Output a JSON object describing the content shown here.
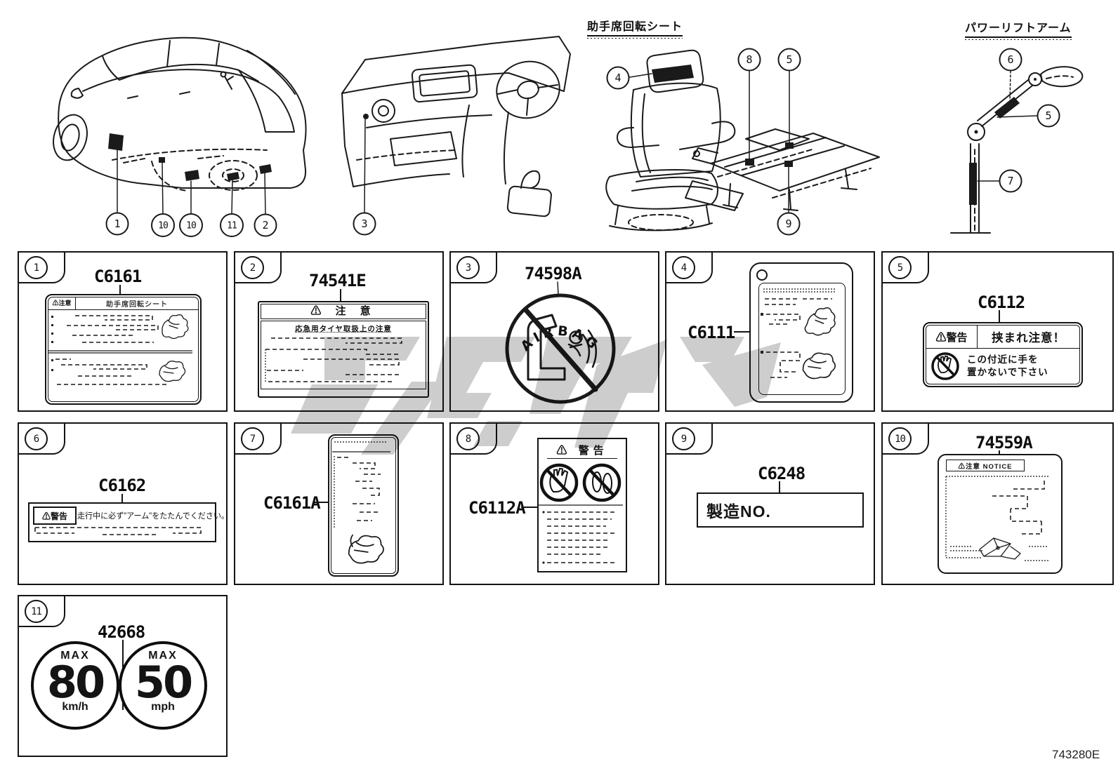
{
  "page": {
    "code": "743280E",
    "bg": "#ffffff",
    "line_color": "#1a1a1a",
    "watermark_color": "#c4c4c4"
  },
  "headings": {
    "rotating_seat": "助手席回転シート",
    "power_lift_arm": "パワーリフトアーム"
  },
  "callouts": {
    "car": [
      "1",
      "10",
      "10",
      "11",
      "2"
    ],
    "dashboard": "3",
    "rotating_seat": "4",
    "seat_base": [
      "8",
      "5",
      "9"
    ],
    "lift_arm": [
      "6",
      "5",
      "7"
    ]
  },
  "cells": [
    {
      "num": "1",
      "part": "C6161",
      "label": {
        "caution": "⚠注意",
        "title": "助手席回転シート"
      }
    },
    {
      "num": "2",
      "part": "74541E",
      "label": {
        "caution": "⚠ 注 意",
        "subtitle": "応急用タイヤ取扱上の注意"
      }
    },
    {
      "num": "3",
      "part": "74598A",
      "label": {
        "ring_text": "AIRBAG"
      }
    },
    {
      "num": "4",
      "part": "C6111"
    },
    {
      "num": "5",
      "part": "C6112",
      "label": {
        "caution": "⚠警告",
        "title": "挟まれ注意！",
        "line1": "この付近に手を",
        "line2": "置かないで下さい"
      }
    },
    {
      "num": "6",
      "part": "C6162",
      "label": {
        "caution": "⚠警告",
        "text": "走行中に必ず\"アーム\"をたたんでください。"
      }
    },
    {
      "num": "7",
      "part": "C6161A"
    },
    {
      "num": "8",
      "part": "C6112A",
      "label": {
        "caution": "⚠ 警告"
      }
    },
    {
      "num": "9",
      "part": "C6248",
      "label": {
        "text": "製造NO."
      }
    },
    {
      "num": "10",
      "part": "74559A",
      "label": {
        "caution": "⚠注意 NOTICE"
      }
    },
    {
      "num": "11",
      "part": "42668",
      "label": {
        "left": {
          "max": "MAX",
          "value": "80",
          "unit": "km/h"
        },
        "right": {
          "max": "MAX",
          "value": "50",
          "unit": "mph"
        }
      }
    }
  ]
}
